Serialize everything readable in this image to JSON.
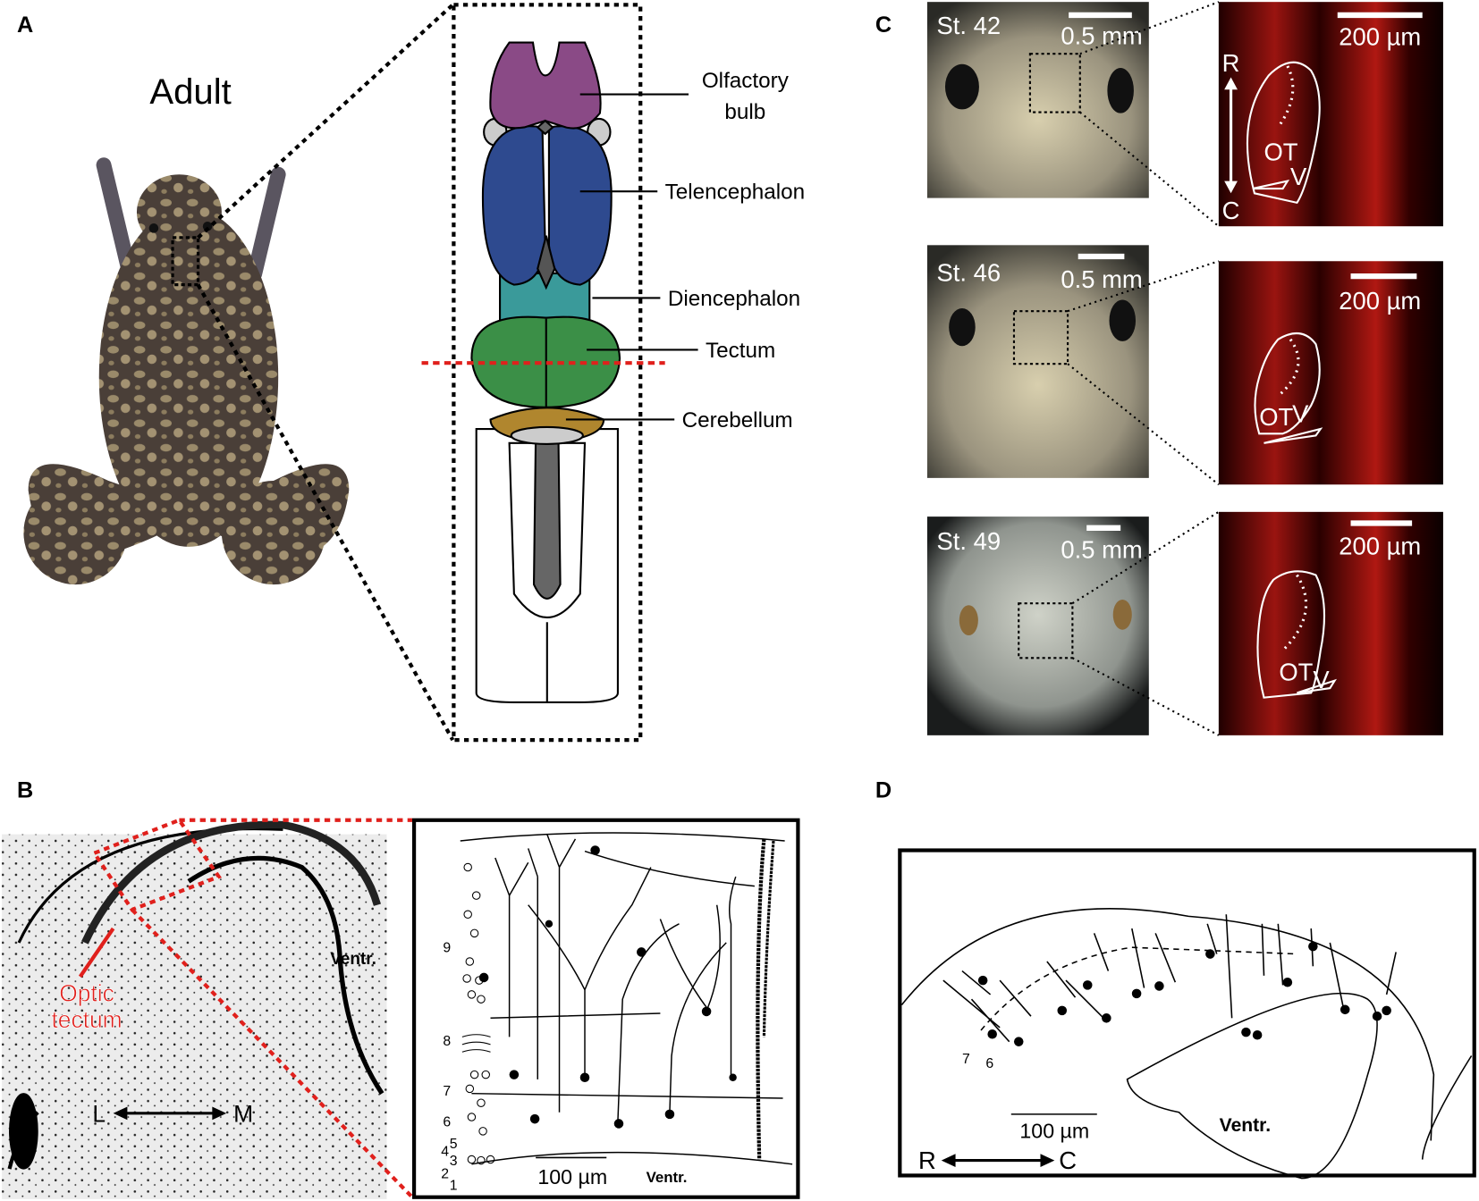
{
  "panels": {
    "A": {
      "label": "A",
      "title": "Adult",
      "brain_regions": [
        {
          "name": "Olfactory bulb",
          "line1": "Olfactory",
          "line2": "bulb",
          "color": "#8a4a86"
        },
        {
          "name": "Telencephalon",
          "color": "#2e4a8f"
        },
        {
          "name": "Diencephalon",
          "color": "#3a9a9a"
        },
        {
          "name": "Tectum",
          "color": "#3b8f47"
        },
        {
          "name": "Cerebellum",
          "color": "#b0862e"
        }
      ],
      "section_line_color": "#e0201c"
    },
    "B": {
      "label": "B",
      "structure_label_line1": "Optic",
      "structure_label_line2": "tectum",
      "ventricle": "Ventr.",
      "axis_left": "L",
      "axis_right": "M",
      "layers": [
        "9",
        "8",
        "7",
        "6",
        "5",
        "4",
        "3",
        "2",
        "1"
      ],
      "scale_bar": "100 µm",
      "inset_ventricle": "Ventr."
    },
    "C": {
      "label": "C",
      "rows": [
        {
          "stage": "St. 42",
          "scale_left": "0.5 mm",
          "scale_right": "200 µm"
        },
        {
          "stage": "St. 46",
          "scale_left": "0.5 mm",
          "scale_right": "200 µm"
        },
        {
          "stage": "St. 49",
          "scale_left": "0.5 mm",
          "scale_right": "200 µm"
        }
      ],
      "region": "OT",
      "ventricle_mark": "V",
      "axis_top": "R",
      "axis_bottom": "C"
    },
    "D": {
      "label": "D",
      "ventricle": "Ventr.",
      "layer_7": "7",
      "layer_6": "6",
      "scale_bar": "100 µm",
      "axis_left": "R",
      "axis_right": "C"
    }
  }
}
